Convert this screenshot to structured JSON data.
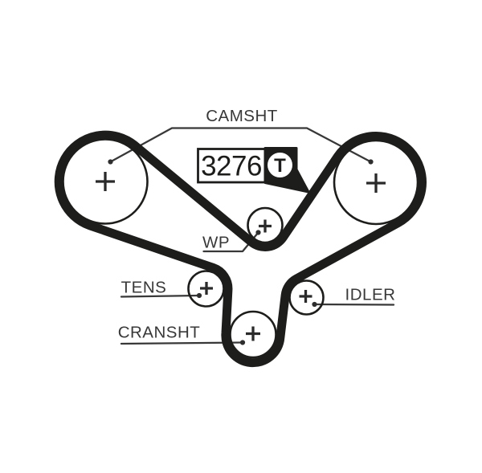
{
  "diagram": {
    "type": "timing-belt-routing",
    "part_number": "3276",
    "brand_mark": "T",
    "labels": {
      "camshaft": "CAMSHT",
      "water_pump": "WP",
      "tensioner": "TENS",
      "crankshaft": "CRANSHT",
      "idler": "IDLER"
    },
    "pulleys": [
      {
        "name": "left-camshaft",
        "label": "CAMSHT"
      },
      {
        "name": "right-camshaft",
        "label": "CAMSHT"
      },
      {
        "name": "water-pump",
        "label": "WP"
      },
      {
        "name": "tensioner",
        "label": "TENS"
      },
      {
        "name": "idler",
        "label": "IDLER"
      },
      {
        "name": "crankshaft",
        "label": "CRANSHT"
      }
    ],
    "colors": {
      "belt": "#1d1d1b",
      "outline": "#1d1d1b",
      "label_text": "#383838",
      "background": "#ffffff"
    }
  }
}
